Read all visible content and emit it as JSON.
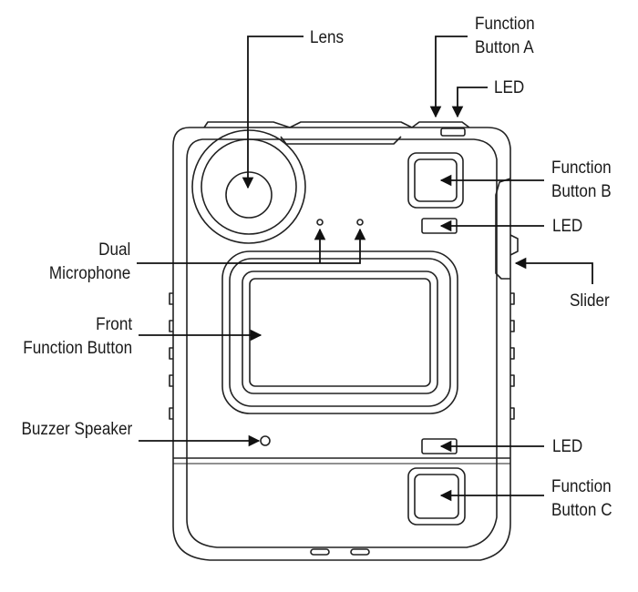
{
  "labels": {
    "lens": "Lens",
    "function_button_a": [
      "Function",
      "Button A"
    ],
    "led_top": "LED",
    "function_button_b": [
      "Function",
      "Button B"
    ],
    "led_b": "LED",
    "dual_microphone": [
      "Dual",
      "Microphone"
    ],
    "slider": "Slider",
    "front_function_button": [
      "Front",
      "Function Button"
    ],
    "buzzer_speaker": "Buzzer Speaker",
    "led_c": "LED",
    "function_button_c": [
      "Function",
      "Button C"
    ]
  }
}
